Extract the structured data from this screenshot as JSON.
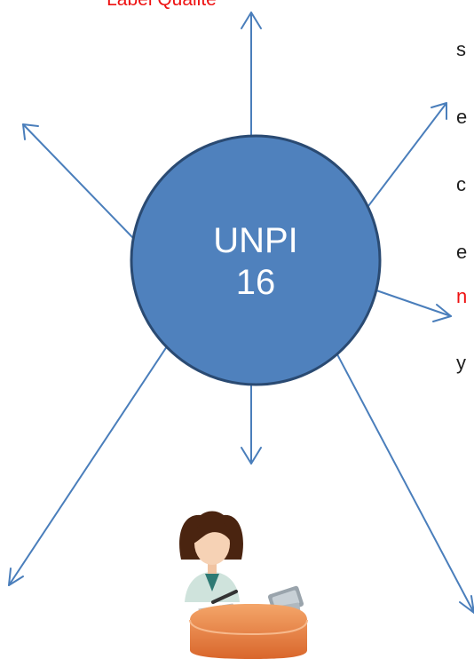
{
  "colors": {
    "hub_fill": "#4F81BD",
    "hub_stroke": "#2A4A72",
    "arrow_color": "#4A7EBB",
    "accent_red": "#EE1111"
  },
  "hub": {
    "line1": "UNPI",
    "line2": "16"
  },
  "top_label": "Label Qualité",
  "left_fragments": [
    {
      "text": "s",
      "color": "#1f1f1f"
    },
    {
      "text": "e",
      "color": "#1f1f1f"
    },
    {
      "text": "c",
      "color": "#1f1f1f"
    },
    {
      "text": "e",
      "color": "#1f1f1f"
    },
    {
      "text": "n",
      "color": "#ee1111"
    },
    {
      "text": "y",
      "color": "#1f1f1f"
    }
  ],
  "icons": {
    "advisor": "person-at-desk-icon"
  }
}
